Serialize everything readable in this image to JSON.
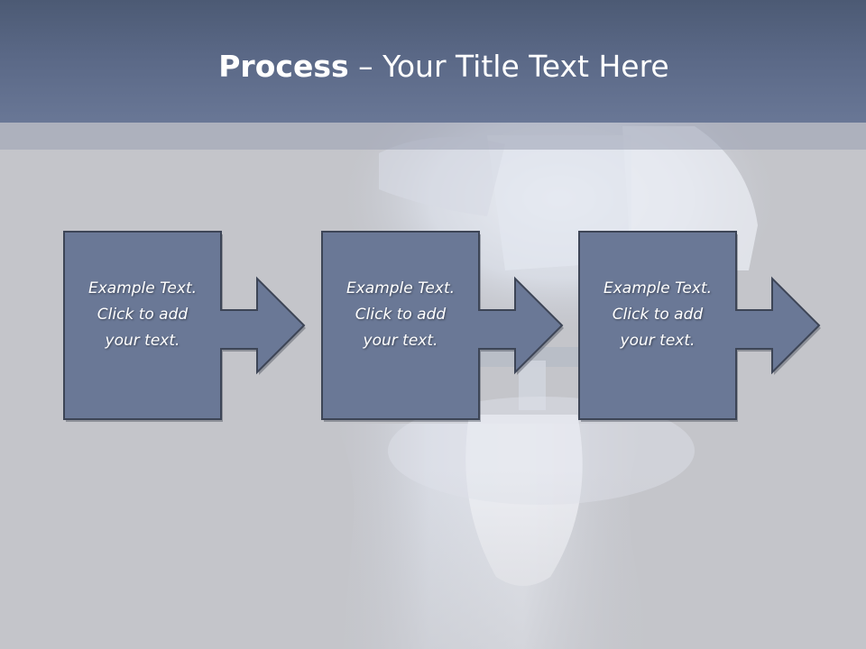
{
  "slide": {
    "title_bold": "Process",
    "title_rest": " – Your Title Text Here"
  },
  "steps": [
    {
      "text": "Example Text.\nClick  to add\nyour text."
    },
    {
      "text": "Example Text.\nClick  to add\nyour text."
    },
    {
      "text": "Example Text.\nClick  to add\nyour text."
    }
  ],
  "colors": {
    "shape_fill": "#6a7896",
    "shape_stroke": "#3d4556",
    "title_bar": "#5a6886",
    "background": "#c4c5ca"
  }
}
